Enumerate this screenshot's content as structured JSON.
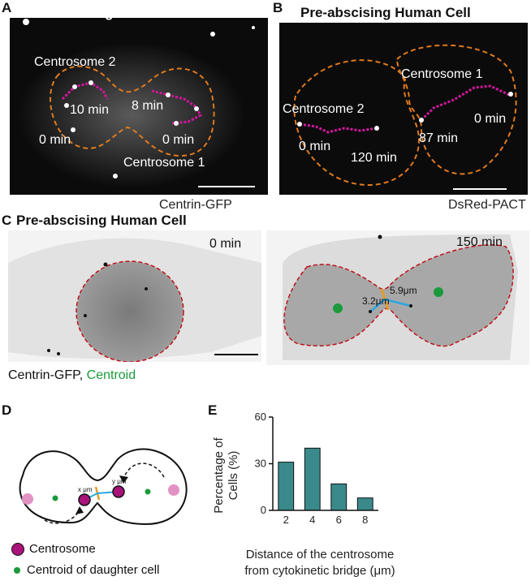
{
  "panels": {
    "A": {
      "letter": "A",
      "title": "Pre-abscising Zebrafish Cell",
      "labels": [
        "Centrosome 2",
        "10 min",
        "8 min",
        "0 min",
        "0 min",
        "Centrosome 1"
      ],
      "stain": "Centrin-GFP"
    },
    "B": {
      "letter": "B",
      "title": "Pre-abscising Human Cell",
      "labels": [
        "Centrosome 1",
        "Centrosome 2",
        "0 min",
        "0 min",
        "87 min",
        "120 min"
      ],
      "stain": "DsRed-PACT"
    },
    "C": {
      "letter": "C",
      "title": "Pre-abscising Human Cell",
      "time_left": "0 min",
      "time_right": "150 min",
      "dist1": "3.2μm",
      "dist2": "5.9μm",
      "stain_prefix": "Centrin-GFP,",
      "stain_suffix": "Centroid",
      "centroid_color": "#1a9a3a"
    },
    "D": {
      "letter": "D",
      "x_label": "x μm",
      "y_label": "y μm",
      "legend_centrosome": "Centrosome",
      "legend_centroid": "Centroid of daughter cell",
      "centrosome_color": "#a8127a",
      "centroid_color": "#1a9a3a"
    },
    "E": {
      "letter": "E"
    }
  },
  "chart_data": {
    "type": "bar",
    "categories": [
      "2",
      "4",
      "6",
      "8"
    ],
    "values": [
      31,
      40,
      17,
      8
    ],
    "title": "",
    "xlabel": "Distance of the centrosome from cytokinetic bridge (μm)",
    "xlabel_line1": "Distance of the centrosome",
    "xlabel_line2": "from cytokinetic bridge (μm)",
    "ylabel": "Percentage of Cells (%)",
    "ylabel_line1": "Percentage of",
    "ylabel_line2": "Cells (%)",
    "yticks": [
      "0",
      "30",
      "60"
    ],
    "ylim": [
      0,
      60
    ],
    "bar_color": "#3a8a8c",
    "grid": false
  }
}
